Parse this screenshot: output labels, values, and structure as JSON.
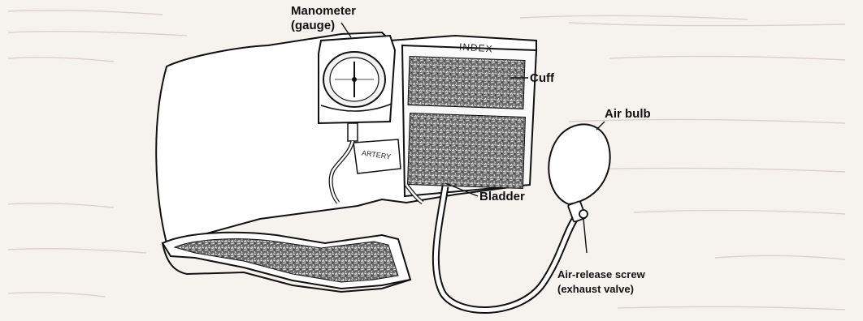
{
  "labels": {
    "manometer_line1": "Manometer",
    "manometer_line2": "(gauge)",
    "cuff": "Cuff",
    "air_bulb": "Air bulb",
    "bladder": "Bladder",
    "air_release_line1": "Air-release screw",
    "air_release_line2": "(exhaust valve)",
    "cuff_print": "INDEX",
    "artery_print": "ARTERY"
  },
  "colors": {
    "background": "#f6f3ee",
    "ink": "#111111",
    "bleed_text": "#c9b9b6"
  }
}
